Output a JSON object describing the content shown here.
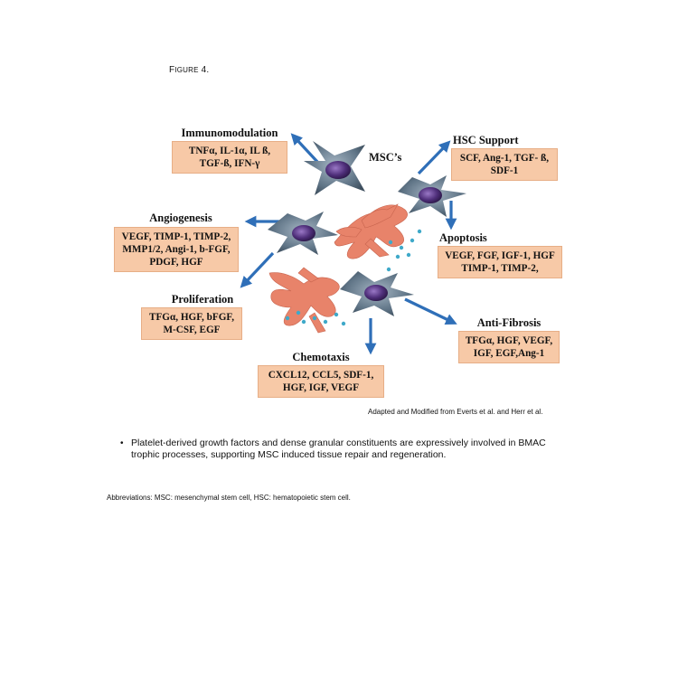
{
  "figure": {
    "label_first": "F",
    "label_rest": "IGURE",
    "label_num": "4."
  },
  "center_label": "MSC’s",
  "nodes": {
    "immunomodulation": {
      "title": "Immunomodulation",
      "lines": [
        "TNFα, IL-1α, IL ß,",
        "TGF-ß, IFN-γ"
      ]
    },
    "hsc_support": {
      "title": "HSC Support",
      "lines": [
        "SCF, Ang-1, TGF- ß,",
        "SDF-1"
      ]
    },
    "angiogenesis": {
      "title": "Angiogenesis",
      "lines": [
        "VEGF, TIMP-1, TIMP-2,",
        "MMP1/2, Angi-1, b-FGF,",
        "PDGF, HGF"
      ]
    },
    "apoptosis": {
      "title": "Apoptosis",
      "lines": [
        "VEGF, FGF, IGF-1, HGF",
        "TIMP-1, TIMP-2,"
      ]
    },
    "proliferation": {
      "title": "Proliferation",
      "lines": [
        "TFGα, HGF, bFGF,",
        "M-CSF, EGF"
      ]
    },
    "anti_fibrosis": {
      "title": "Anti-Fibrosis",
      "lines": [
        "TFGα, HGF, VEGF,",
        "IGF, EGF,Ang-1"
      ]
    },
    "chemotaxis": {
      "title": "Chemotaxis",
      "lines": [
        "CXCL12, CCL5, SDF-1,",
        "HGF, IGF, VEGF"
      ]
    }
  },
  "caption": "Adapted and Modified from Everts et al. and Herr et al.",
  "bullet": {
    "marker": "•",
    "text": "Platelet-derived growth factors and dense granular constituents are expressively involved in BMAC trophic processes, supporting MSC induced tissue repair and regeneration."
  },
  "abbreviations": "Abbreviations: MSC: mesenchymal stem cell, HSC: hematopoietic stem cell.",
  "colors": {
    "box_fill": "#f7c9a7",
    "arrow": "#2f6fb8",
    "cell_body": "#5c7080",
    "nucleus": "#4a2d6e",
    "platelet": "#e8836a",
    "granule": "#3fa9c9"
  }
}
